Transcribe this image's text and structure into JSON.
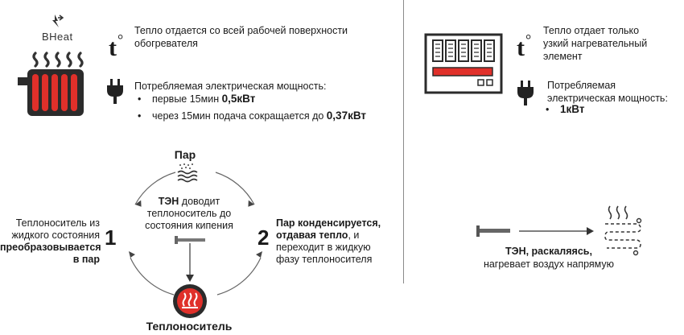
{
  "brand": {
    "logo_text": "BHeat"
  },
  "left": {
    "heat_text": "Тепло отдается со всей рабочей поверхности обогревателя",
    "t_symbol": "t",
    "power_title": "Потребляемая электрическая мощность:",
    "bullets": [
      {
        "text": "первые 15мин ",
        "value": "0,5кВт"
      },
      {
        "text": "через 15мин подача сокращается до ",
        "value": "0,37кВт"
      }
    ],
    "cycle": {
      "top_label": "Пар",
      "center_line1_bold": "ТЭН",
      "center_line1_rest": " доводит",
      "center_line2": "теплоноситель до",
      "center_line3": "состояния кипения",
      "bottom_label": "Теплоноситель",
      "step1_num": "1",
      "step1_line1": "Теплоноситель из",
      "step1_line2": "жидкого состояния",
      "step1_line3": "преобразовывается",
      "step1_line4": "в пар",
      "step2_num": "2",
      "step2_line1": "Пар конденсируется,",
      "step2_line2_bold": "отдавая тепло",
      "step2_line2_rest": ", и",
      "step2_line3": "переходит в жидкую",
      "step2_line4": "фазу теплоносителя"
    }
  },
  "right": {
    "heat_text": "Тепло отдает только узкий нагревательный элемент",
    "t_symbol": "t",
    "power_title": "Потребляемая электрическая мощность:",
    "bullets": [
      {
        "value": "1кВт"
      }
    ],
    "caption_bold": "ТЭН, раскаляясь,",
    "caption_rest": "нагревает воздух напрямую"
  },
  "colors": {
    "accent": "#e0302a",
    "dark": "#222222",
    "gray": "#8a8a8a"
  },
  "icons": [
    "plug-icon",
    "radiator-icon",
    "convector-icon",
    "steam-icon",
    "coil-icon"
  ]
}
